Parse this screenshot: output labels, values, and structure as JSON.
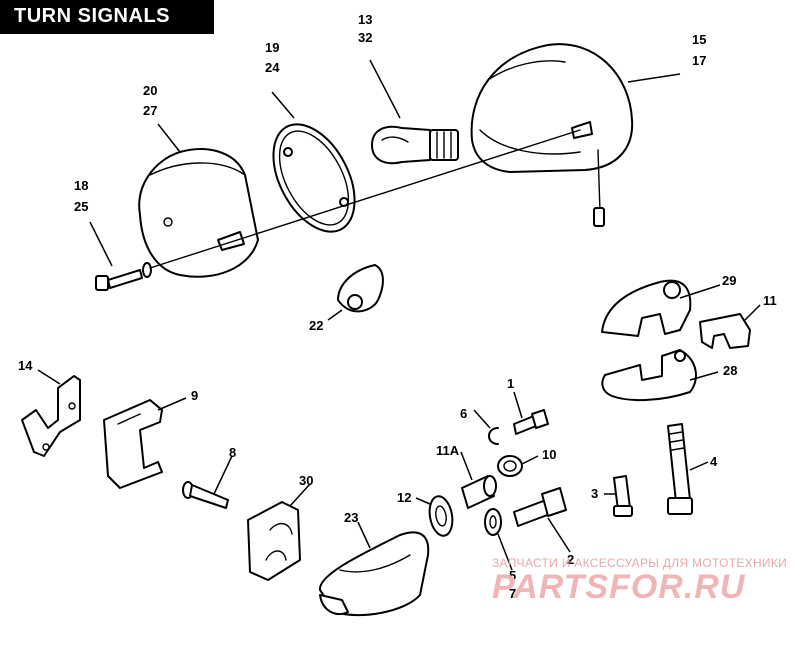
{
  "title": "TURN SIGNALS",
  "callouts": {
    "c13_32": [
      "13",
      "32"
    ],
    "c19_24": [
      "19",
      "24"
    ],
    "c20_27": [
      "20",
      "27"
    ],
    "c15_17": [
      "15",
      "17"
    ],
    "c18_25": [
      "18",
      "25"
    ],
    "c22": "22",
    "c29": "29",
    "c11": "11",
    "c28": "28",
    "c14": "14",
    "c9": "9",
    "c1": "1",
    "c6": "6",
    "c11a": "11A",
    "c10": "10",
    "c8": "8",
    "c4": "4",
    "c3": "3",
    "c30": "30",
    "c12": "12",
    "c2": "2",
    "c23": "23",
    "c5_7": [
      "5",
      "7"
    ]
  },
  "watermark": {
    "line1": "ЗАПЧАСТИ И АКСЕССУАРЫ ДЛЯ МОТОТЕХНИКИ",
    "logo": "PARTSFOR.RU"
  }
}
